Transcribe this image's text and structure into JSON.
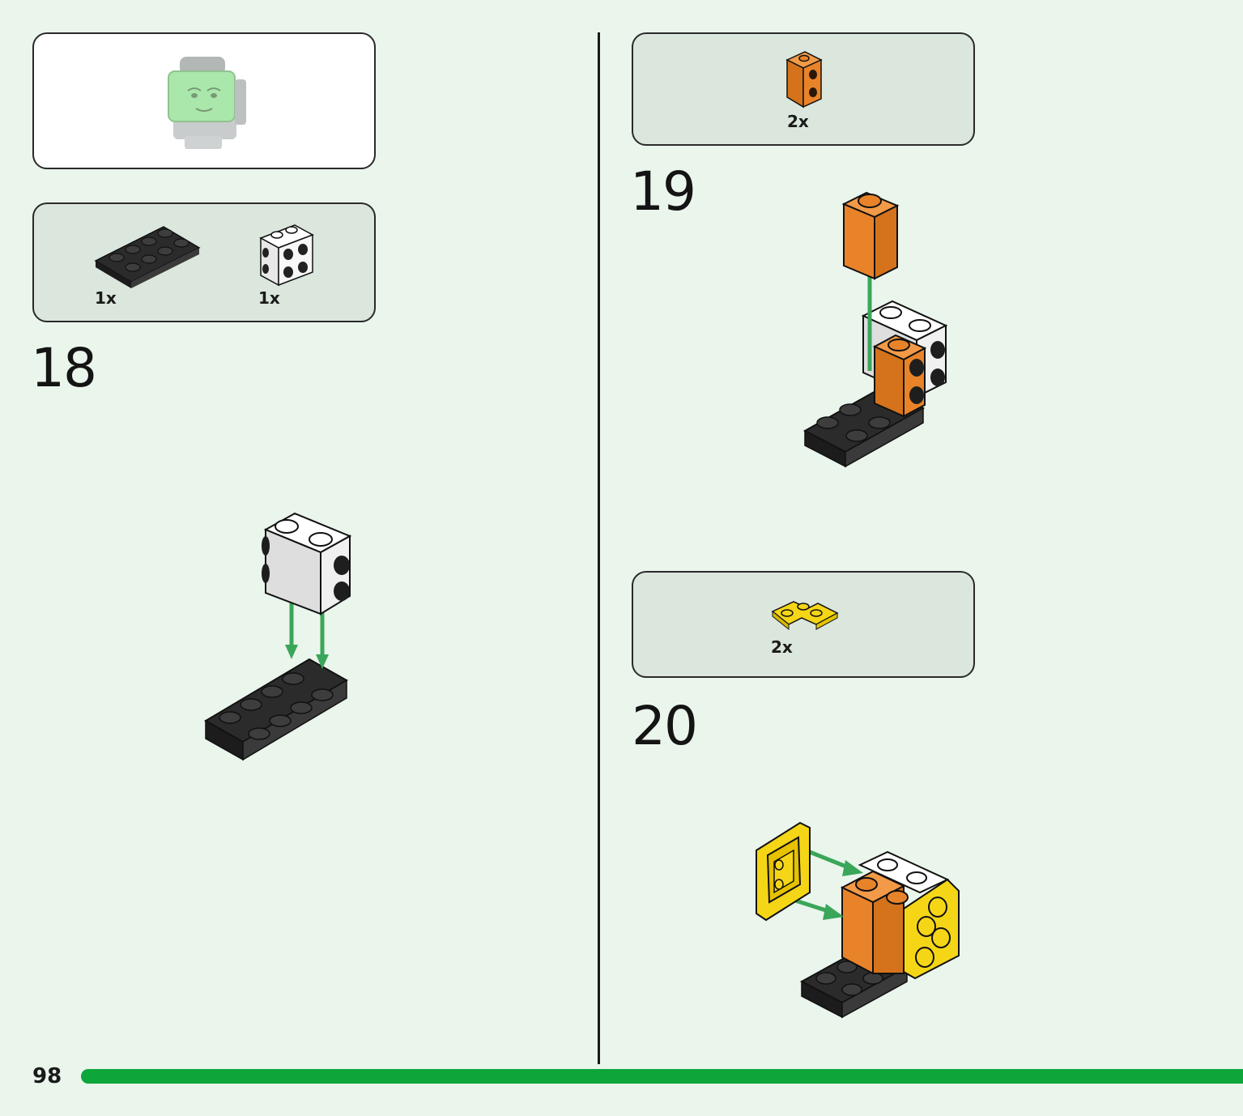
{
  "page": {
    "number": "98",
    "progress_fraction": 1.0,
    "accent_color": "#0ea53a"
  },
  "preview": {
    "icon": "green-head-model"
  },
  "steps": [
    {
      "number": "18",
      "parts": [
        {
          "qty": "1x",
          "part": "black-2x4-plate"
        },
        {
          "qty": "1x",
          "part": "white-brick-with-side-studs"
        }
      ]
    },
    {
      "number": "19",
      "parts": [
        {
          "qty": "2x",
          "part": "orange-brick-with-side-studs"
        }
      ]
    },
    {
      "number": "20",
      "parts": [
        {
          "qty": "2x",
          "part": "yellow-corner-plate"
        }
      ]
    }
  ],
  "colors": {
    "orange": "#e9832a",
    "yellow": "#f5d617",
    "black": "#2b2b2b",
    "white": "#f4f4f4",
    "green_head": "#8ee08f",
    "arrow": "#3aa65a"
  }
}
